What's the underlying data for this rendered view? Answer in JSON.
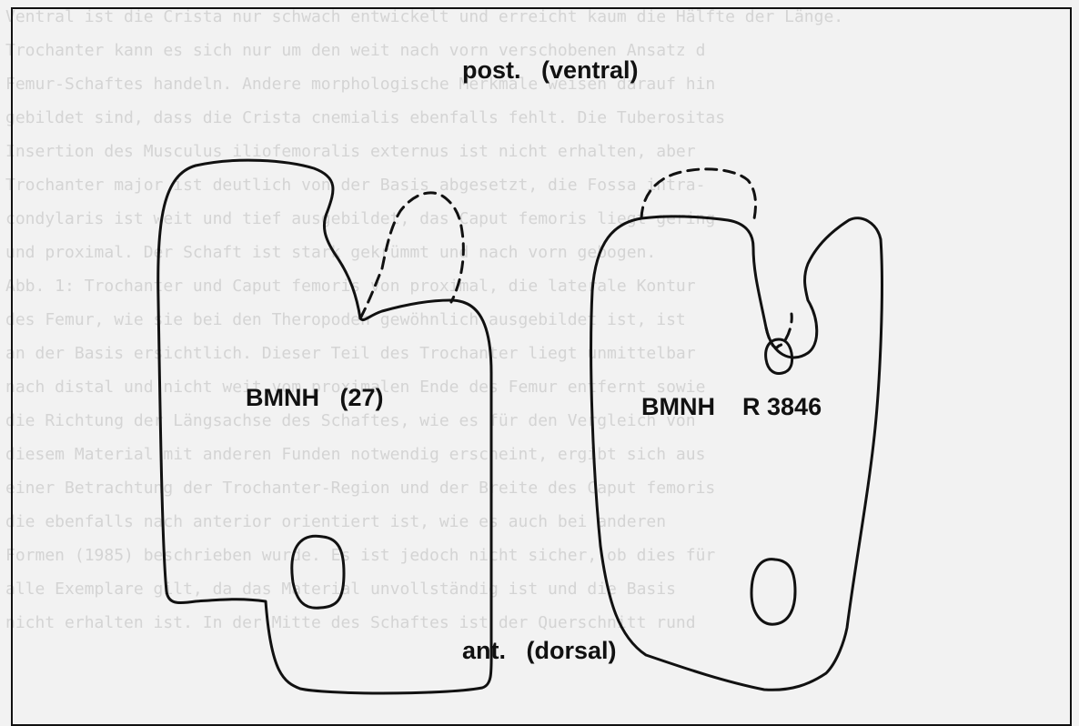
{
  "labels": {
    "post": "post.",
    "ventral": "(ventral)",
    "ant": "ant.",
    "dorsal": "(dorsal)",
    "left_specimen_name": "BMNH",
    "left_specimen_number": "(27)",
    "right_specimen_name": "BMNH",
    "right_specimen_number": "R 3846"
  },
  "colors": {
    "ink": "#111111",
    "paper": "#f2f2f2",
    "show_through_text": "#d4d4d4"
  }
}
